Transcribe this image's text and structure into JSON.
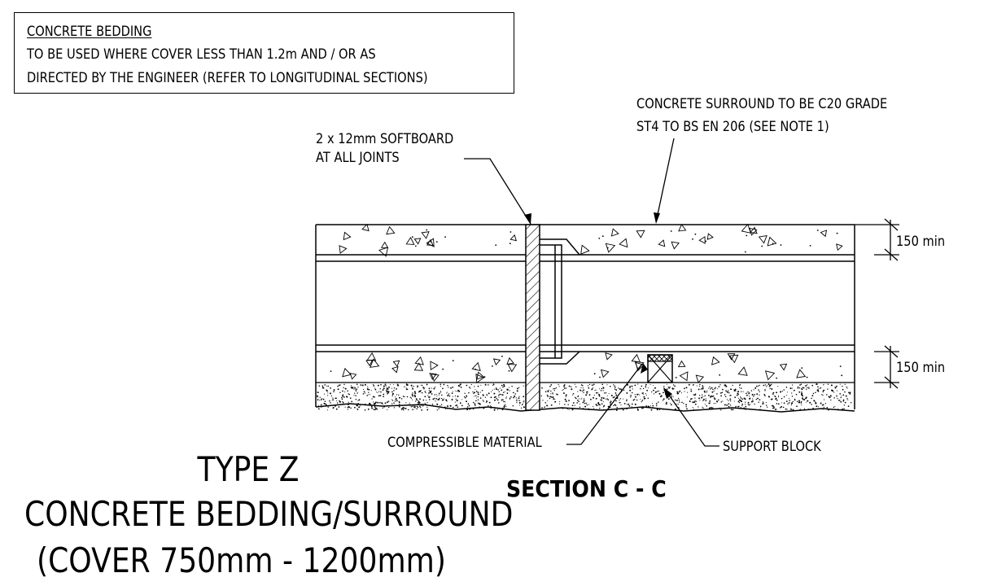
{
  "note": {
    "heading": "CONCRETE BEDDING",
    "line1": "TO BE USED WHERE COVER LESS THAN 1.2m AND / OR AS",
    "line2": "DIRECTED BY THE ENGINEER (REFER TO LONGITUDINAL SECTIONS)"
  },
  "callouts": {
    "surround_line1": "CONCRETE SURROUND TO BE C20 GRADE",
    "surround_line2": "ST4 TO BS EN 206 (SEE NOTE 1)",
    "softboard_line1": "2 x 12mm SOFTBOARD",
    "softboard_line2": "AT ALL JOINTS",
    "compressible": "COMPRESSIBLE MATERIAL",
    "support_block": "SUPPORT BLOCK"
  },
  "dimensions": {
    "top": "150 min",
    "bottom": "150 min"
  },
  "title": {
    "line1": "TYPE Z",
    "line2": "CONCRETE BEDDING/SURROUND",
    "line3": "(COVER 750mm - 1200mm)"
  },
  "section_label": "SECTION C - C"
}
